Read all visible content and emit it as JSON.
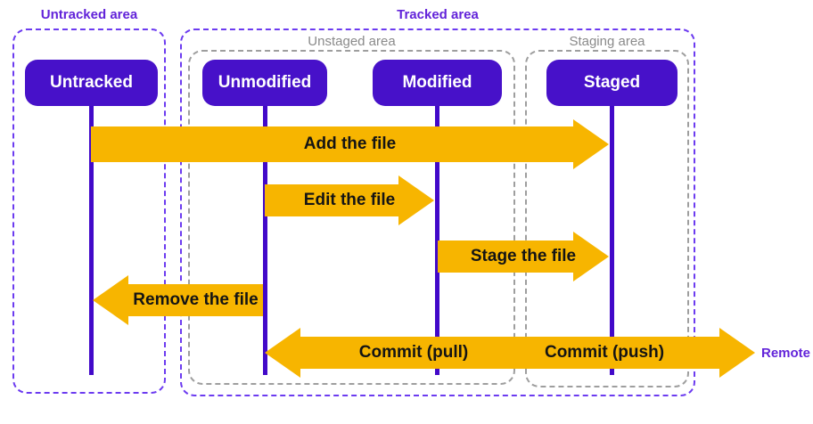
{
  "colors": {
    "box-purple": "#4711c9",
    "line-purple": "#4209c9",
    "dash-purple": "#6c3bf0",
    "label-purple": "#6223d9",
    "dash-gray": "#9e9e9e",
    "label-gray": "#8a8a8a",
    "arrow-orange": "#f7b500",
    "arrow-text": "#141414"
  },
  "areas": {
    "untracked": {
      "label": "Untracked area"
    },
    "tracked": {
      "label": "Tracked area"
    },
    "unstaged": {
      "label": "Unstaged area"
    },
    "staging": {
      "label": "Staging area"
    }
  },
  "states": [
    {
      "label": "Untracked"
    },
    {
      "label": "Unmodified"
    },
    {
      "label": "Modified"
    },
    {
      "label": "Staged"
    }
  ],
  "arrows": [
    {
      "label": "Add the file",
      "direction": "right",
      "from": "Untracked",
      "to": "Staged"
    },
    {
      "label": "Edit the file",
      "direction": "right",
      "from": "Unmodified",
      "to": "Modified"
    },
    {
      "label": "Stage the file",
      "direction": "right",
      "from": "Modified",
      "to": "Staged"
    },
    {
      "label": "Remove the file",
      "direction": "left",
      "from": "Unmodified",
      "to": "Untracked"
    },
    {
      "label_left": "Commit (pull)",
      "label_right": "Commit (push)",
      "direction": "both",
      "from": "Unmodified",
      "to": "Remote"
    }
  ],
  "remote_label": "Remote"
}
